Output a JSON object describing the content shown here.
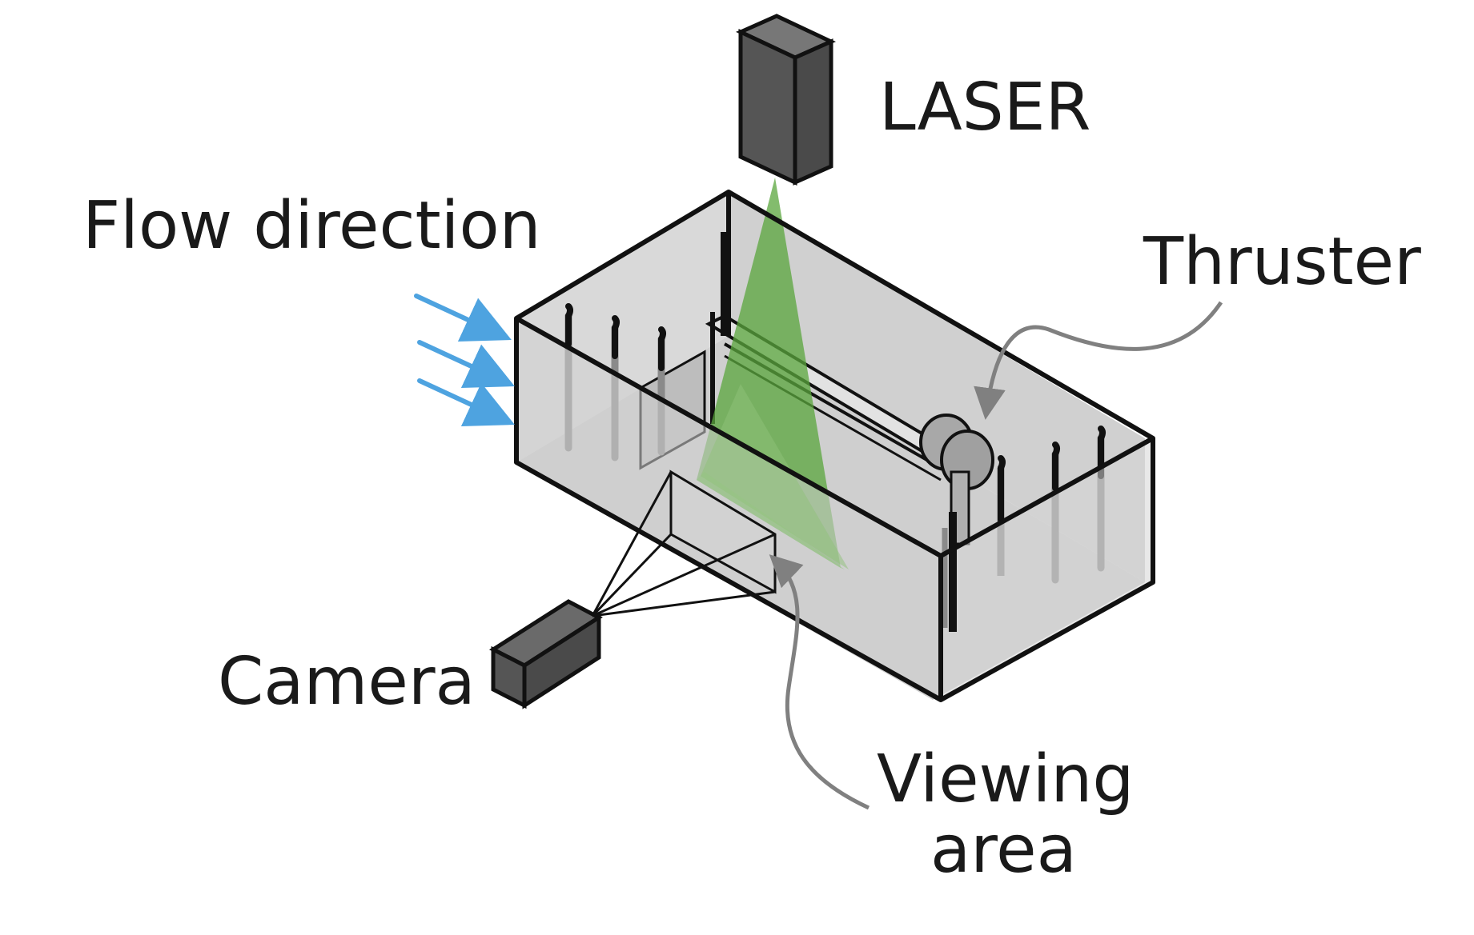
{
  "labels": {
    "laser": "LASER",
    "flow_direction": "Flow direction",
    "thruster": "Thruster",
    "camera": "Camera",
    "viewing_area_line1": "Viewing",
    "viewing_area_line2": "area"
  },
  "colors": {
    "outline": "#111111",
    "box_fill": "#d6d6d6",
    "device_fill": "#555555",
    "laser_sheet": "#5aa63c",
    "flow_arrows": "#4ea3e0",
    "leader_lines": "#808080",
    "thruster_fill": "#a8a8a8"
  }
}
